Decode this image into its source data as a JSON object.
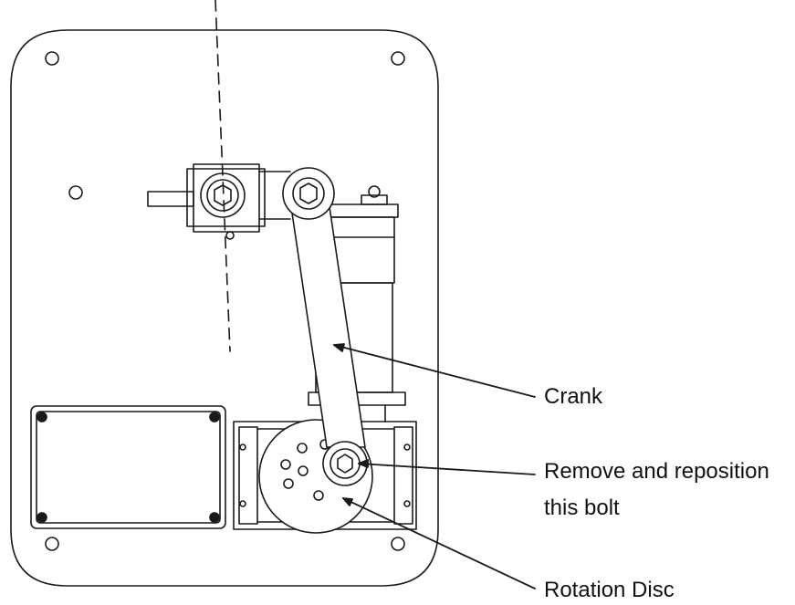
{
  "labels": {
    "crank": "Crank",
    "bolt_line1": "Remove and reposition",
    "bolt_line2": "this bolt",
    "disc": "Rotation Disc"
  },
  "colors": {
    "line": "#1a1a1a",
    "background": "#ffffff"
  }
}
